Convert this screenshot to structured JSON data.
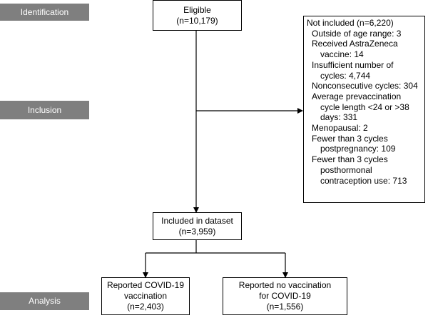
{
  "stages": {
    "identification": "Identification",
    "inclusion": "Inclusion",
    "analysis": "Analysis"
  },
  "eligible": {
    "title": "Eligible",
    "count": "(n=10,179)"
  },
  "excluded": {
    "title": "Not included (n=6,220)",
    "items": [
      [
        "Outside of age range: 3"
      ],
      [
        "Received AstraZeneca",
        "vaccine: 14"
      ],
      [
        "Insufficient number of",
        "cycles: 4,744"
      ],
      [
        "Nonconsecutive cycles: 304"
      ],
      [
        "Average prevaccination",
        "cycle length <24 or >38",
        "days: 331"
      ],
      [
        "Menopausal: 2"
      ],
      [
        "Fewer than 3 cycles",
        "postpregnancy: 109"
      ],
      [
        "Fewer than 3 cycles",
        "posthormonal",
        "contraception use: 713"
      ]
    ]
  },
  "included": {
    "title": "Included in dataset",
    "count": "(n=3,959)"
  },
  "vaccinated": {
    "line1": "Reported COVID-19",
    "line2": "vaccination",
    "count": "(n=2,403)"
  },
  "unvaccinated": {
    "line1": "Reported no vaccination",
    "line2": "for COVID-19",
    "count": "(n=1,556)"
  },
  "colors": {
    "stage_bg": "#7f7f7f",
    "stage_text": "#ffffff",
    "line": "#000000"
  }
}
